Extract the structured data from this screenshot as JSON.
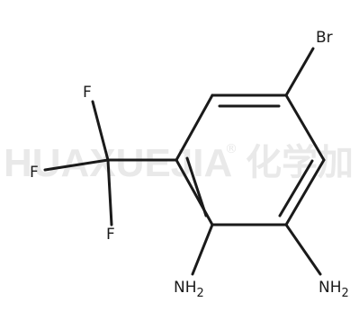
{
  "molecule": {
    "atoms": {
      "br": "Br",
      "f_top": "F",
      "f_left": "F",
      "f_bottom": "F",
      "nh2_left": {
        "symbol": "NH",
        "subscript": "2"
      },
      "nh2_right": {
        "symbol": "NH",
        "subscript": "2"
      }
    }
  },
  "watermark": {
    "latin": "HUAXUEJIA",
    "registered": "®",
    "cjk": "化学加"
  },
  "colors": {
    "bond": "#1a1a1a",
    "watermark": "#e9e9e9",
    "background": "#ffffff"
  }
}
